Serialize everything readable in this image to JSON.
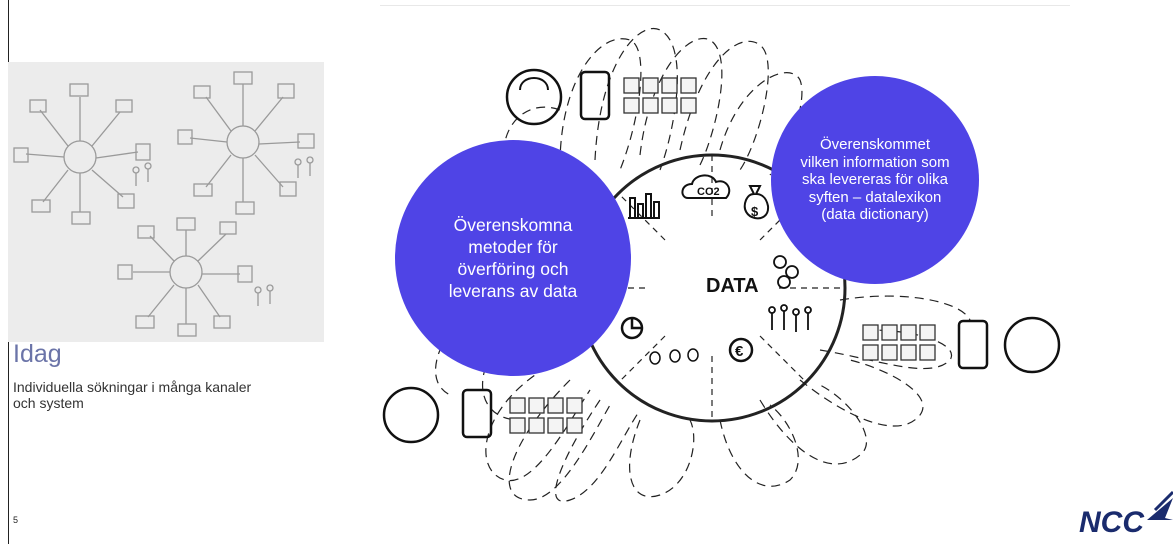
{
  "slide": {
    "title": "Idag",
    "subtitle": "Individuella sökningar i många kanaler och system",
    "page_number": "5"
  },
  "diagram": {
    "center_label": "DATA",
    "co2_label": "CO2",
    "bubble_left": "Överenskomna metoder för överföring och leverans av data",
    "bubble_right": "Överenskommet vilken information som ska levereras för olika syften – datalexikon (data dictionary)"
  },
  "logo": {
    "text": "NCC",
    "color": "#1a2b6d"
  },
  "colors": {
    "accent": "#4f44e6",
    "title": "#6b74a8"
  }
}
